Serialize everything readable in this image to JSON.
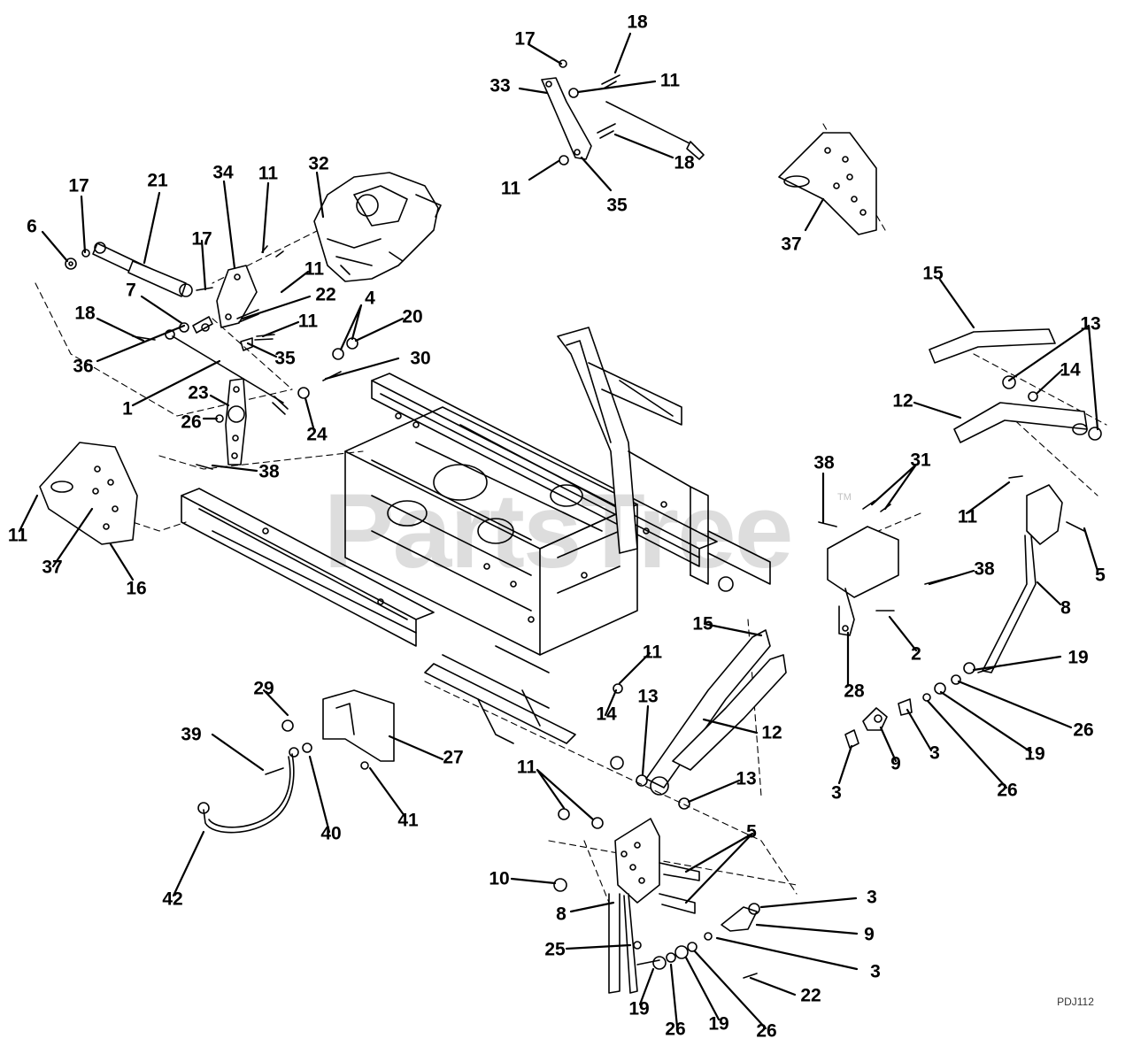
{
  "watermark": "PartsTree",
  "watermark_tm": "TM",
  "drawing_code": "PDJ112",
  "labels": {
    "l17a": "17",
    "l18a": "18",
    "l33": "33",
    "l11a": "11",
    "l11b": "11",
    "l18b": "18",
    "l35a": "35",
    "l37a": "37",
    "l17b": "17",
    "l21": "21",
    "l34": "34",
    "l11c": "11",
    "l32": "32",
    "l6": "6",
    "l17c": "17",
    "l11d": "11",
    "l7": "7",
    "l22a": "22",
    "l4": "4",
    "l18c": "18",
    "l11e": "11",
    "l20": "20",
    "l35b": "35",
    "l30": "30",
    "l36": "36",
    "l1": "1",
    "l23": "23",
    "l24": "24",
    "l26a": "26",
    "l38a": "38",
    "l11f": "11",
    "l37b": "37",
    "l16": "16",
    "l15a": "15",
    "l13a": "13",
    "l14a": "14",
    "l12a": "12",
    "l38b": "38",
    "l31": "31",
    "l11g": "11",
    "l5a": "5",
    "l38c": "38",
    "l8a": "8",
    "l2": "2",
    "l28": "28",
    "l19a": "19",
    "l26b": "26",
    "l19b": "19",
    "l3a": "3",
    "l9a": "9",
    "l3b": "3",
    "l26c": "26",
    "l15b": "15",
    "l11h": "11",
    "l14b": "14",
    "l13b": "13",
    "l12b": "12",
    "l13c": "13",
    "l29": "29",
    "l39": "39",
    "l27": "27",
    "l40": "40",
    "l41": "41",
    "l42": "42",
    "l11i": "11",
    "l5b": "5",
    "l10": "10",
    "l8b": "8",
    "l3c": "3",
    "l9b": "9",
    "l25": "25",
    "l3d": "3",
    "l22b": "22",
    "l19c": "19",
    "l26d": "26",
    "l19d": "19",
    "l26e": "26"
  }
}
